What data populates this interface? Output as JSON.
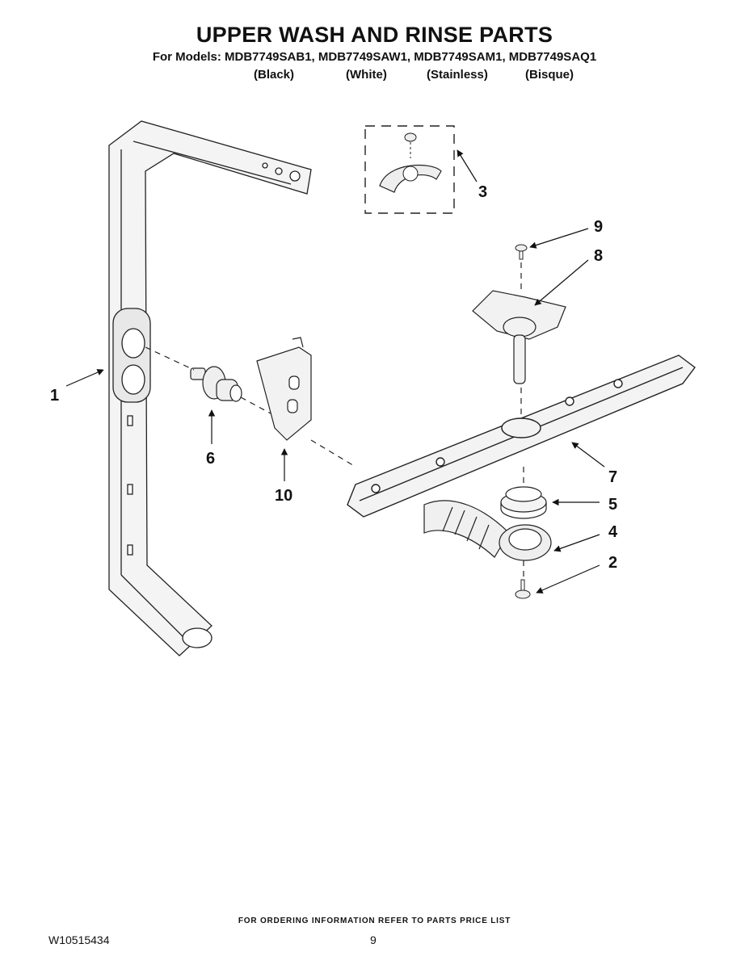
{
  "header": {
    "title": "UPPER WASH AND RINSE PARTS",
    "models": "For Models: MDB7749SAB1, MDB7749SAW1, MDB7749SAM1, MDB7749SAQ1",
    "finishes": [
      "(Black)",
      "(White)",
      "(Stainless)",
      "(Bisque)"
    ]
  },
  "callouts": [
    "1",
    "2",
    "3",
    "4",
    "5",
    "6",
    "7",
    "8",
    "9",
    "10"
  ],
  "footer": {
    "note": "FOR ORDERING INFORMATION REFER TO PARTS PRICE LIST",
    "doc_number": "W10515434",
    "page": "9"
  }
}
